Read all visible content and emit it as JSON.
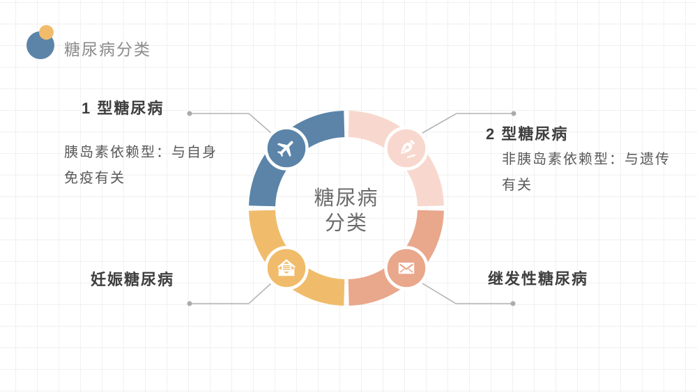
{
  "slide": {
    "title": "糖尿病分类",
    "center": {
      "line1": "糖尿病",
      "line2": "分类"
    }
  },
  "colors": {
    "blue": "#5b84a8",
    "pink": "#f8d8ce",
    "yellow": "#f0bc6b",
    "salmon": "#e9a78c",
    "title_text": "#8c8c8c",
    "heading_text": "#3e3e3e",
    "body_text": "#595959",
    "connector_line": "#b3b3b3",
    "connector_dot": "#ababab",
    "grid_line": "#f0f0f0",
    "icon": "#ffffff"
  },
  "segments": [
    {
      "id": "type1",
      "label": "1 型糖尿病",
      "desc_lines": [
        "胰岛素依赖型：与自身",
        "免疫有关"
      ],
      "color": "#5b84a8",
      "icon": "airplane"
    },
    {
      "id": "type2",
      "label": "2 型糖尿病",
      "desc_lines": [
        "非胰岛素依赖型：与遗传",
        "有关"
      ],
      "color": "#f8d8ce",
      "icon": "pen-nib"
    },
    {
      "id": "gestational",
      "label": "妊娠糖尿病",
      "desc_lines": [],
      "color": "#f0bc6b",
      "icon": "open-envelope"
    },
    {
      "id": "secondary",
      "label": "继发性糖尿病",
      "desc_lines": [],
      "color": "#e9a78c",
      "icon": "closed-envelope"
    }
  ]
}
